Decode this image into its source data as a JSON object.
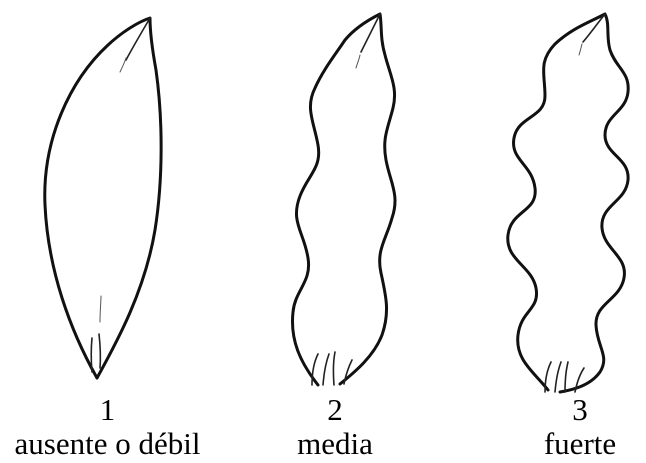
{
  "figure": {
    "items": [
      {
        "number": "1",
        "label": "ausente o débil",
        "icon": "smooth-leaf-icon"
      },
      {
        "number": "2",
        "label": "media",
        "icon": "medium-wavy-leaf-icon"
      },
      {
        "number": "3",
        "label": "fuerte",
        "icon": "strong-wavy-leaf-icon"
      }
    ],
    "colors": {
      "line": "#111111",
      "background": "#ffffff"
    }
  }
}
